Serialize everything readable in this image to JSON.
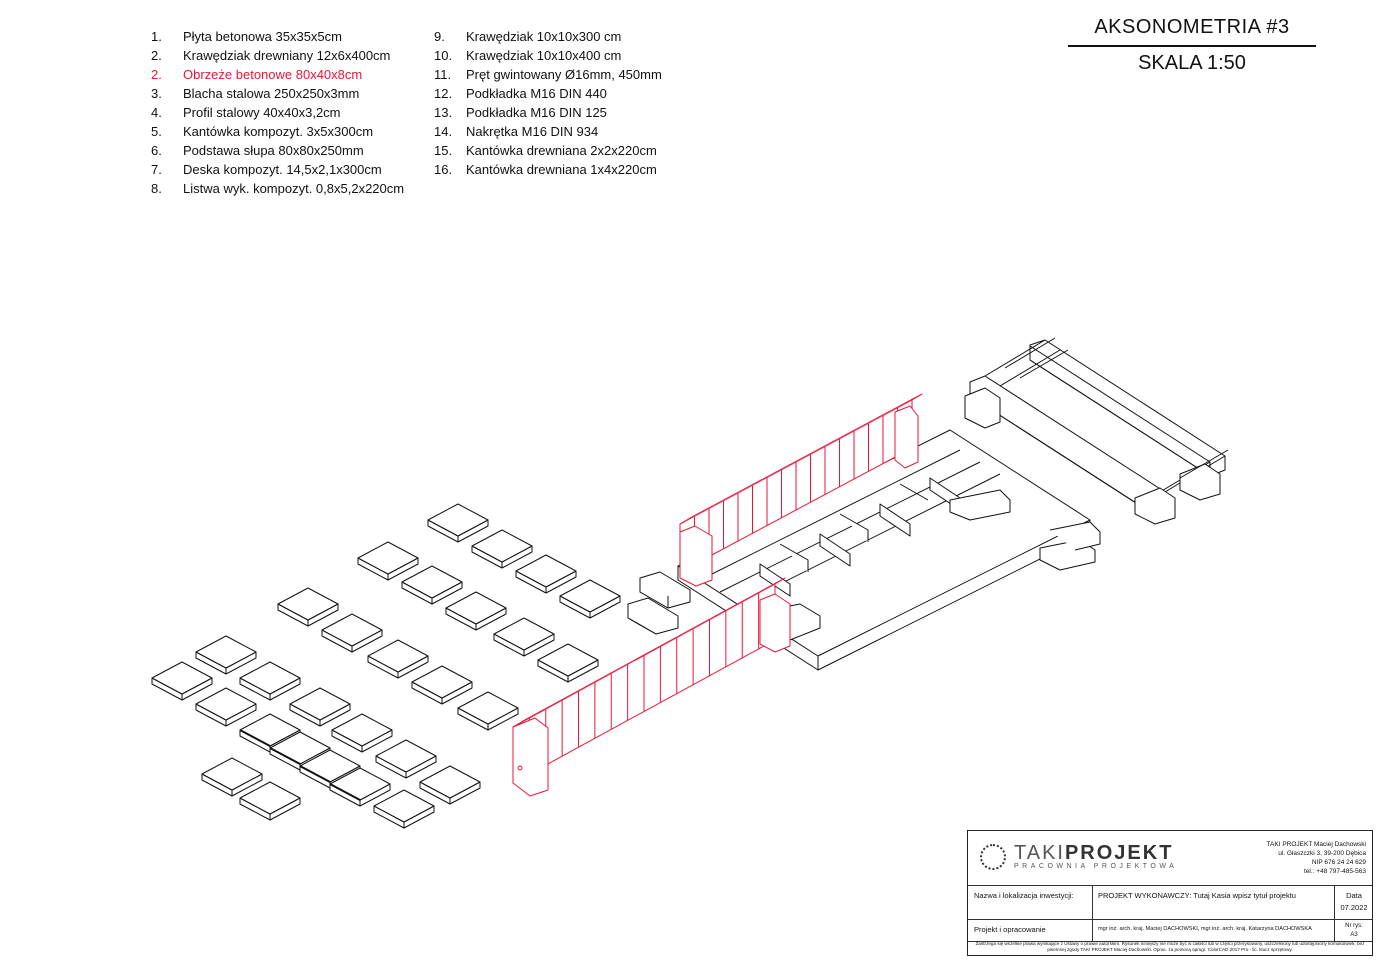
{
  "legend_left": [
    {
      "num": "1.",
      "text": "Płyta betonowa 35x35x5cm",
      "highlight": false
    },
    {
      "num": "2.",
      "text": "Krawędziak drewniany 12x6x400cm",
      "highlight": false
    },
    {
      "num": "2.",
      "text": "Obrzeże betonowe 80x40x8cm",
      "highlight": true
    },
    {
      "num": "3.",
      "text": "Blacha stalowa 250x250x3mm",
      "highlight": false
    },
    {
      "num": "4.",
      "text": "Profil stalowy 40x40x3,2cm",
      "highlight": false
    },
    {
      "num": "5.",
      "text": "Kantówka kompozyt. 3x5x300cm",
      "highlight": false
    },
    {
      "num": "6.",
      "text": "Podstawa słupa 80x80x250mm",
      "highlight": false
    },
    {
      "num": "7.",
      "text": "Deska kompozyt. 14,5x2,1x300cm",
      "highlight": false
    },
    {
      "num": "8.",
      "text": "Listwa wyk. kompozyt. 0,8x5,2x220cm",
      "highlight": false
    }
  ],
  "legend_right": [
    {
      "num": "9.",
      "text": "Krawędziak 10x10x300 cm"
    },
    {
      "num": "10.",
      "text": "Krawędziak 10x10x400 cm"
    },
    {
      "num": "11.",
      "text": "Pręt gwintowany Ø16mm, 450mm"
    },
    {
      "num": "12.",
      "text": "Podkładka M16 DIN 440"
    },
    {
      "num": "13.",
      "text": "Podkładka M16 DIN 125"
    },
    {
      "num": "14.",
      "text": "Nakrętka M16 DIN 934"
    },
    {
      "num": "15.",
      "text": "Kantówka drewniana 2x2x220cm"
    },
    {
      "num": "16.",
      "text": "Kantówka drewniana 1x4x220cm"
    }
  ],
  "title": {
    "view": "AKSONOMETRIA #3",
    "scale": "SKALA 1:50"
  },
  "colors": {
    "line": "#111111",
    "highlight": "#e8173a"
  },
  "stamp": {
    "brand_light": "TAKI",
    "brand_bold": "PROJEKT",
    "brand_sub": "PRACOWNIA PROJEKTOWA",
    "address": [
      "TAKI PROJEKT Maciej Dachowski",
      "ul. Głaszczki 3, 39-200 Dębica",
      "NIP 676 24 24 629",
      "tel.: +48 797-485-563"
    ],
    "label_investment": "Nazwa i lokalizacja inwestycji:",
    "project_title": "PROJEKT WYKONAWCZY: Tutaj Kasia wpisz tytuł projektu",
    "label_date": "Data",
    "date": "07.2022",
    "label_authors": "Projekt i opracowanie",
    "authors": "mgr inż. arch. kraj. Maciej DACHOWSKI, mgr inż. arch. kraj. Katarzyna DACHOWSKA",
    "label_sheet": "Nr rys:",
    "sheet": "A3",
    "copyright": "Zastrzega się wszelkie prawa wynikające z Ustawy o prawie autorskim. Rysunek niniejszy nie może być w całości lub w części przerysowany, uszczelniony lub udostępniony komukolwiek, bez pisemnej zgody TAKI PROJEKT Maciej Dachowski. Oprac. za pomocą oprogr. ColorCAD 2017 Pro - lic. klucz sprzętowy."
  }
}
